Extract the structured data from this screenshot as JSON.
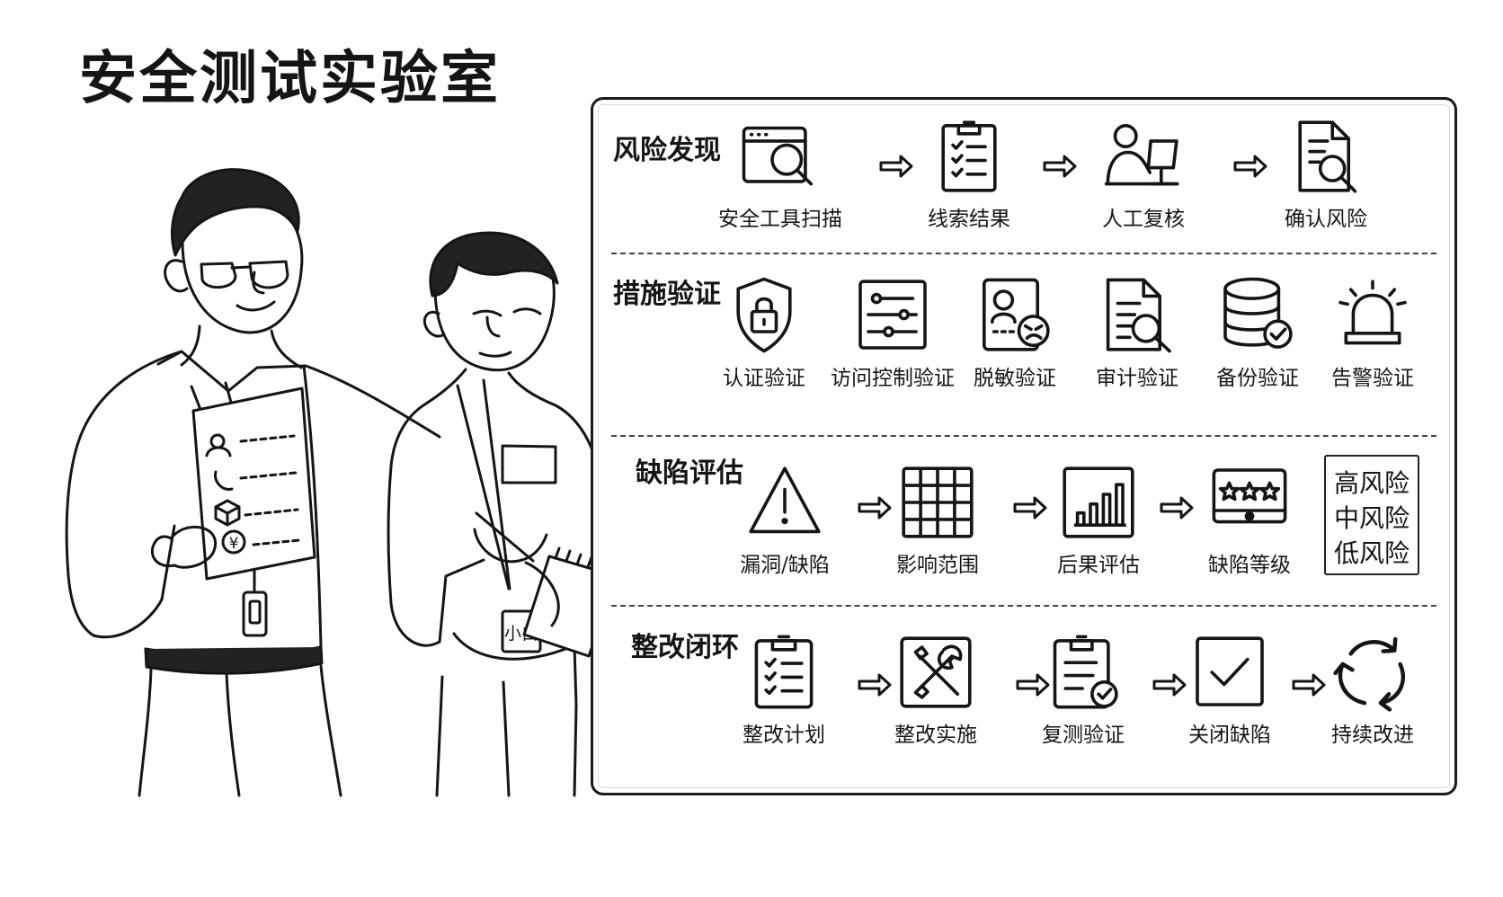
{
  "title": "安全测试实验室",
  "illustration": {
    "badge_text": "小白",
    "currency_symbol": "¥"
  },
  "sections": [
    {
      "title": "风险发现",
      "steps": [
        {
          "label": "安全工具扫描",
          "icon": "browser-magnifier-icon"
        },
        {
          "label": "线索结果",
          "icon": "clipboard-checklist-icon"
        },
        {
          "label": "人工复核",
          "icon": "person-computer-icon"
        },
        {
          "label": "确认风险",
          "icon": "document-search-icon"
        }
      ]
    },
    {
      "title": "措施验证",
      "steps": [
        {
          "label": "认证验证",
          "icon": "shield-lock-icon"
        },
        {
          "label": "访问控制验证",
          "icon": "access-sliders-icon"
        },
        {
          "label": "脱敏验证",
          "icon": "masked-profile-icon"
        },
        {
          "label": "审计验证",
          "icon": "audit-document-icon"
        },
        {
          "label": "备份验证",
          "icon": "database-check-icon"
        },
        {
          "label": "告警验证",
          "icon": "alarm-bell-icon"
        }
      ]
    },
    {
      "title": "缺陷评估",
      "steps": [
        {
          "label": "漏洞/缺陷",
          "icon": "warning-triangle-icon"
        },
        {
          "label": "影响范围",
          "icon": "impact-grid-icon"
        },
        {
          "label": "后果评估",
          "icon": "bar-chart-icon"
        },
        {
          "label": "缺陷等级",
          "icon": "star-rating-icon"
        }
      ],
      "levels": [
        "高风险",
        "中风险",
        "低风险"
      ]
    },
    {
      "title": "整改闭环",
      "steps": [
        {
          "label": "整改计划",
          "icon": "plan-clipboard-icon"
        },
        {
          "label": "整改实施",
          "icon": "wrench-screwdriver-icon"
        },
        {
          "label": "复测验证",
          "icon": "retest-clipboard-icon"
        },
        {
          "label": "关闭缺陷",
          "icon": "checkbox-icon"
        },
        {
          "label": "持续改进",
          "icon": "cycle-arrows-icon"
        }
      ]
    }
  ]
}
